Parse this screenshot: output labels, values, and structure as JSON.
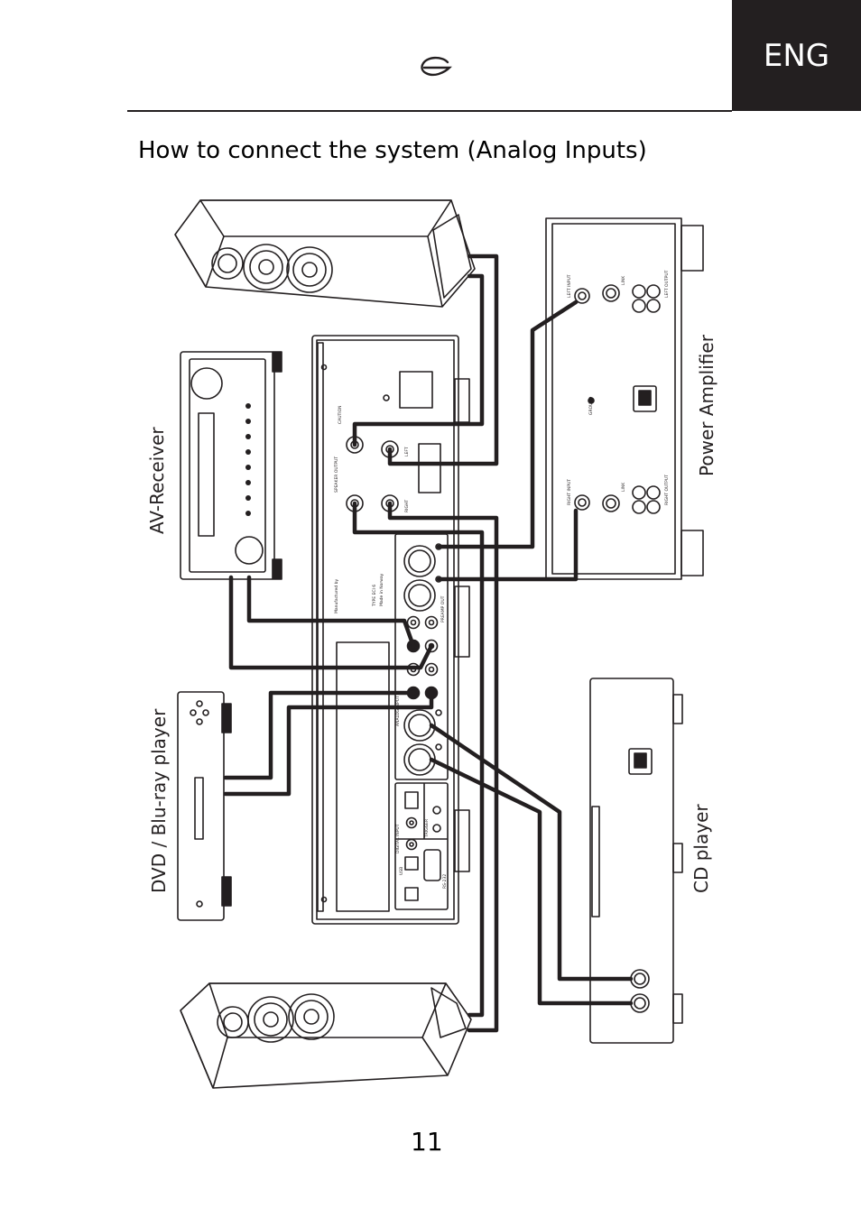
{
  "header": {
    "lang_tab": "ENG"
  },
  "page": {
    "title": "How to connect the system (Analog Inputs)",
    "number": "11"
  },
  "labels": {
    "av_receiver": "AV-Receiver",
    "dvd_player": "DVD / Blu-ray player",
    "power_amp": "Power Amplifier",
    "cd_player": "CD player"
  },
  "panel_text": {
    "speaker_output": "SPEAKER OUTPUT",
    "left": "LEFT",
    "right": "RIGHT",
    "preamp_out": "PREAMP OUT",
    "analog_input": "ANALOG INPUT",
    "digital_input": "DIGITAL INPUT",
    "trigger": "TRIGGER",
    "usb": "USB",
    "rs232": "RS-232",
    "caution": "CAUTION",
    "manufactured_by": "Manufactured by",
    "made_in": "Made in Norway",
    "type": "TYPE ECI 6"
  },
  "amp_text": {
    "left_input": "LEFT INPUT",
    "right_input": "RIGHT INPUT",
    "left_output": "LEFT OUTPUT",
    "right_output": "RIGHT OUTPUT",
    "link": "LINK",
    "ground": "GROUND"
  },
  "colors": {
    "ink": "#231f20",
    "tab_bg": "#231f20",
    "tab_text": "#ffffff"
  }
}
